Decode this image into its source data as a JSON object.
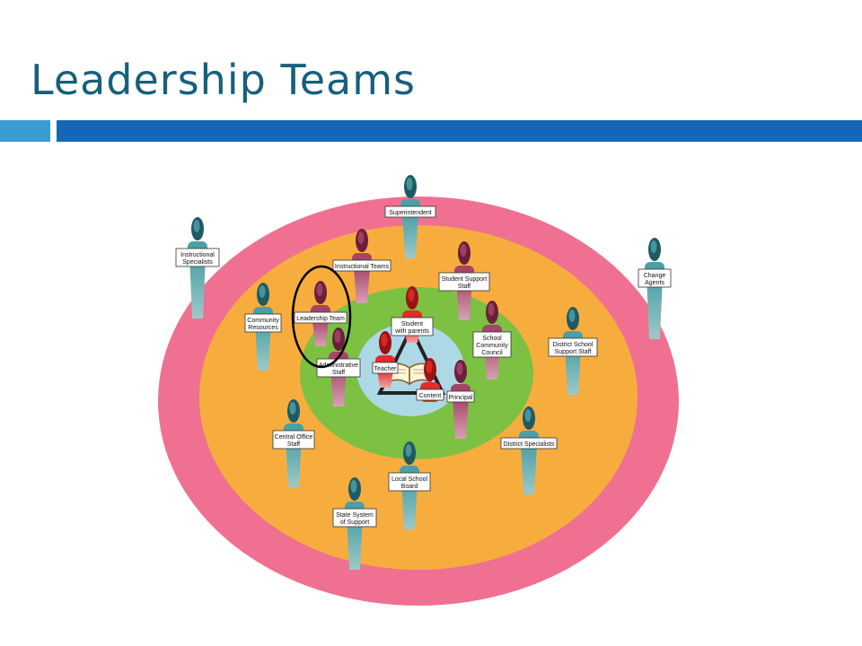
{
  "slide": {
    "title": "Leadership Teams"
  },
  "diagram": {
    "rings": [
      "outer",
      "middle",
      "inner",
      "core"
    ],
    "colors": {
      "title": "#17607c",
      "accent_light": "#3a9bd2",
      "accent_dark": "#1666b8",
      "outer_ring": "#f07092",
      "middle_ring": "#f7ad3e",
      "inner_ring": "#7cc142",
      "core": "#add8e6"
    },
    "labels": {
      "superintendent": [
        "Superintendent"
      ],
      "instructional_specialists": [
        "Instructional",
        "Specialists"
      ],
      "change_agents": [
        "Change",
        "Agents"
      ],
      "instructional_teams": [
        "Instructional Teams"
      ],
      "student_support_staff": [
        "Student Support",
        "Staff"
      ],
      "community_resources": [
        "Community",
        "Resources"
      ],
      "leadership_team": [
        "Leadership Team"
      ],
      "student_with_parents": [
        "Student",
        "with parents"
      ],
      "school_community_council": [
        "School",
        "Community",
        "Council"
      ],
      "district_school_support_staff": [
        "District School",
        "Support Staff"
      ],
      "administrative_staff": [
        "Administrative",
        "Staff"
      ],
      "teacher": [
        "Teacher"
      ],
      "content": [
        "Content"
      ],
      "principal": [
        "Principal"
      ],
      "central_office_staff": [
        "Central Office",
        "Staff"
      ],
      "district_specialists": [
        "District Specialists"
      ],
      "local_school_board": [
        "Local School",
        "Board"
      ],
      "state_system_of_support": [
        "State System",
        "of Support"
      ]
    }
  }
}
